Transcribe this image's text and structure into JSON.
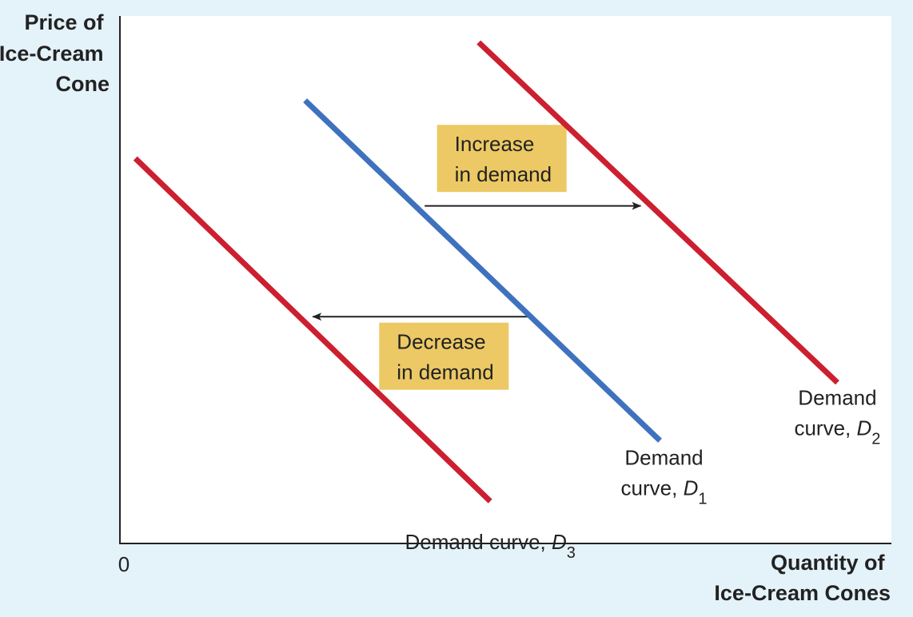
{
  "chart_data": {
    "type": "line",
    "title": "",
    "xlabel": "Quantity of Ice-Cream Cones",
    "ylabel": "Price of Ice-Cream Cone",
    "xlabel_lines": [
      "Quantity of",
      "Ice-Cream Cones"
    ],
    "ylabel_lines": [
      "Price of",
      "Ice-Cream",
      "Cone"
    ],
    "origin_label": "0",
    "xlim": [
      0,
      10
    ],
    "ylim": [
      0,
      10
    ],
    "grid": false,
    "ticks": false,
    "series": [
      {
        "name": "Demand curve, D3",
        "color": "#cc1f2f",
        "x": [
          0.2,
          4.8
        ],
        "y": [
          7.3,
          0.8
        ],
        "label_lines": [
          {
            "prefix": "Demand curve, ",
            "symbol": "D",
            "sub": "3"
          }
        ]
      },
      {
        "name": "Demand curve, D1",
        "color": "#3f72be",
        "x": [
          2.4,
          7.0
        ],
        "y": [
          8.4,
          1.95
        ],
        "label_lines": [
          {
            "prefix": "Demand",
            "symbol": "",
            "sub": ""
          },
          {
            "prefix": "curve, ",
            "symbol": "D",
            "sub": "1"
          }
        ]
      },
      {
        "name": "Demand curve, D2",
        "color": "#cc1f2f",
        "x": [
          4.65,
          9.3
        ],
        "y": [
          9.5,
          3.05
        ],
        "label_lines": [
          {
            "prefix": "Demand",
            "symbol": "",
            "sub": ""
          },
          {
            "prefix": "curve, ",
            "symbol": "D",
            "sub": "2"
          }
        ]
      }
    ],
    "annotations": [
      {
        "id": "increase",
        "lines": [
          "Increase",
          "in demand"
        ],
        "box_color": "#ecc964",
        "arrow_from": [
          3.95,
          6.4
        ],
        "arrow_to": [
          6.75,
          6.4
        ],
        "box_center": [
          4.95,
          7.3
        ]
      },
      {
        "id": "decrease",
        "lines": [
          "Decrease",
          "in demand"
        ],
        "box_color": "#ecc964",
        "arrow_from": [
          5.3,
          4.3
        ],
        "arrow_to": [
          2.5,
          4.3
        ],
        "box_center": [
          4.2,
          3.55
        ]
      }
    ]
  }
}
